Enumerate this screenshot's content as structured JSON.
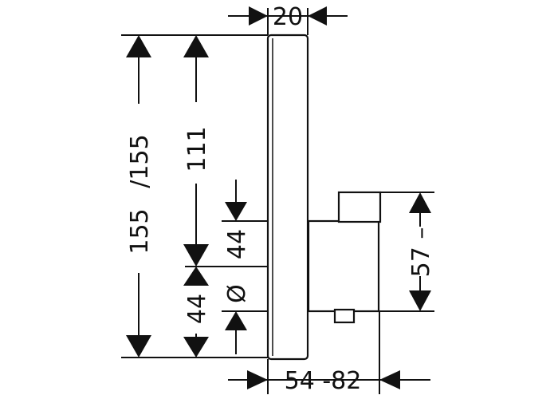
{
  "dimensions": {
    "panel_width": "20",
    "total_height_a": "155",
    "total_height_b": "/155",
    "upper_height": "111",
    "offset_upper": "44",
    "offset_lower": "44",
    "diameter_symbol": "Ø",
    "body_height": "57 –",
    "depth_range": "54 -82"
  }
}
